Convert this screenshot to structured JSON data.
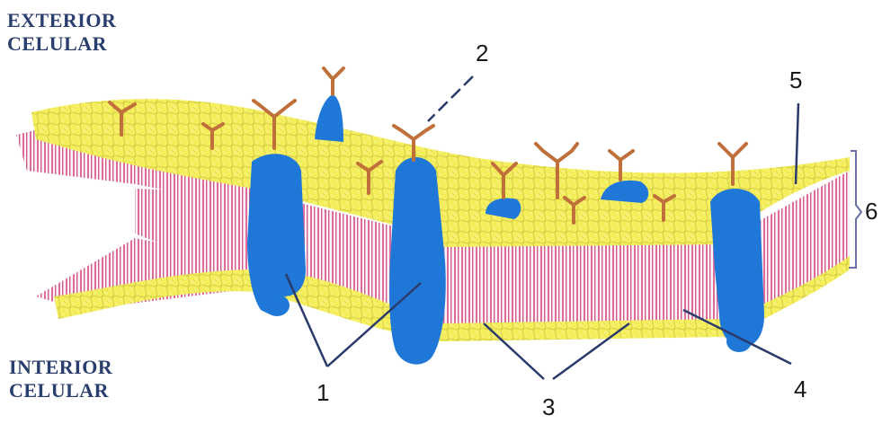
{
  "labels": {
    "exterior_line1": "EXTERIOR",
    "exterior_line2": "CELULAR",
    "interior_line1": "INTERIOR",
    "interior_line2": "CELULAR",
    "n1": "1",
    "n2": "2",
    "n3": "3",
    "n4": "4",
    "n5": "5",
    "n6": "6"
  },
  "colors": {
    "phospholipid_head": "#f4ee5a",
    "head_outline": "#c9c23a",
    "lipid_tail": "#e06a9a",
    "protein": "#1f78d8",
    "glycan": "#c0703a",
    "leader": "#2b3a6b"
  }
}
